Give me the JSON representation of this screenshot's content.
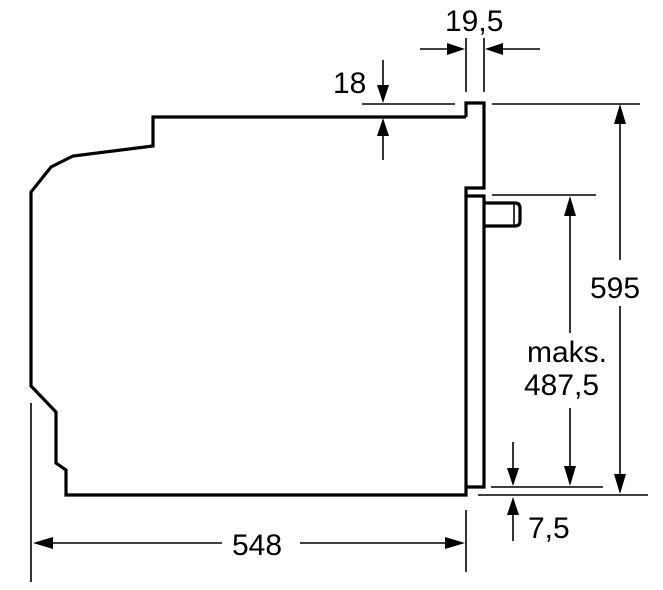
{
  "diagram": {
    "subject": "oven side view installation dimensions",
    "stroke_color": "#000000",
    "background": "#ffffff",
    "dimensions": {
      "door_thickness": "19,5",
      "top_offset": "18",
      "total_height": "595",
      "max_label": "maks.",
      "max_height": "487,5",
      "bottom_offset": "7,5",
      "depth": "548"
    }
  }
}
